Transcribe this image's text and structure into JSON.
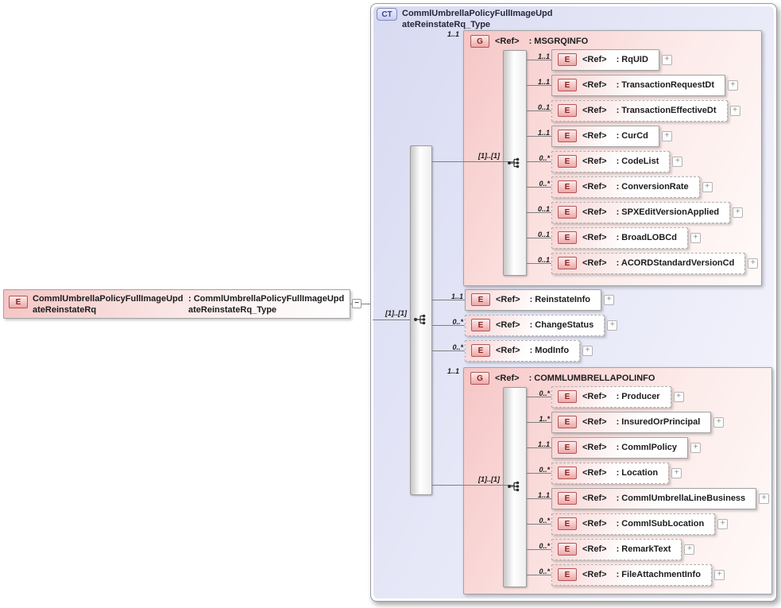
{
  "labels": {
    "ref": "<Ref>",
    "plus": "+",
    "minus": "−"
  },
  "root_element": {
    "badge": "E",
    "name_lines": [
      "CommlUmbrellaPolicyFullImageUpd",
      "ateReinstateRq"
    ],
    "type_lines": [
      ": CommlUmbrellaPolicyFullImageUpd",
      "ateReinstateRq_Type"
    ]
  },
  "complex_type": {
    "badge": "CT",
    "title_lines": [
      "CommlUmbrellaPolicyFullImageUpd",
      "ateReinstateRq_Type"
    ],
    "sequence_label": "[1]..[1]"
  },
  "colors": {
    "group_pink": "#f6c6c6",
    "type_lavender": "#d8daf2",
    "badge_red": "#8f1f1f",
    "badge_blue": "#3c4487",
    "line_gray": "#7f7f7f"
  },
  "sections": [
    {
      "kind": "group",
      "badge": "G",
      "name": "MSGRQINFO",
      "cardinality": "1..1",
      "sequence_label": "[1]..[1]",
      "children": [
        {
          "badge": "E",
          "name": "RqUID",
          "cardinality": "1..1"
        },
        {
          "badge": "E",
          "name": "TransactionRequestDt",
          "cardinality": "1..1"
        },
        {
          "badge": "E",
          "name": "TransactionEffectiveDt",
          "cardinality": "0..1"
        },
        {
          "badge": "E",
          "name": "CurCd",
          "cardinality": "1..1"
        },
        {
          "badge": "E",
          "name": "CodeList",
          "cardinality": "0..*"
        },
        {
          "badge": "E",
          "name": "ConversionRate",
          "cardinality": "0..*"
        },
        {
          "badge": "E",
          "name": "SPXEditVersionApplied",
          "cardinality": "0..1"
        },
        {
          "badge": "E",
          "name": "BroadLOBCd",
          "cardinality": "0..1"
        },
        {
          "badge": "E",
          "name": "ACORDStandardVersionCd",
          "cardinality": "0..1"
        }
      ]
    },
    {
      "kind": "element",
      "badge": "E",
      "name": "ReinstateInfo",
      "cardinality": "1..1"
    },
    {
      "kind": "element",
      "badge": "E",
      "name": "ChangeStatus",
      "cardinality": "0..*"
    },
    {
      "kind": "element",
      "badge": "E",
      "name": "ModInfo",
      "cardinality": "0..*"
    },
    {
      "kind": "group",
      "badge": "G",
      "name": "COMMLUMBRELLAPOLINFO",
      "cardinality": "1..1",
      "sequence_label": "[1]..[1]",
      "children": [
        {
          "badge": "E",
          "name": "Producer",
          "cardinality": "0..*"
        },
        {
          "badge": "E",
          "name": "InsuredOrPrincipal",
          "cardinality": "1..*"
        },
        {
          "badge": "E",
          "name": "CommlPolicy",
          "cardinality": "1..1"
        },
        {
          "badge": "E",
          "name": "Location",
          "cardinality": "0..*"
        },
        {
          "badge": "E",
          "name": "CommlUmbrellaLineBusiness",
          "cardinality": "1..1"
        },
        {
          "badge": "E",
          "name": "CommlSubLocation",
          "cardinality": "0..*"
        },
        {
          "badge": "E",
          "name": "RemarkText",
          "cardinality": "0..*"
        },
        {
          "badge": "E",
          "name": "FileAttachmentInfo",
          "cardinality": "0..*"
        }
      ]
    }
  ]
}
